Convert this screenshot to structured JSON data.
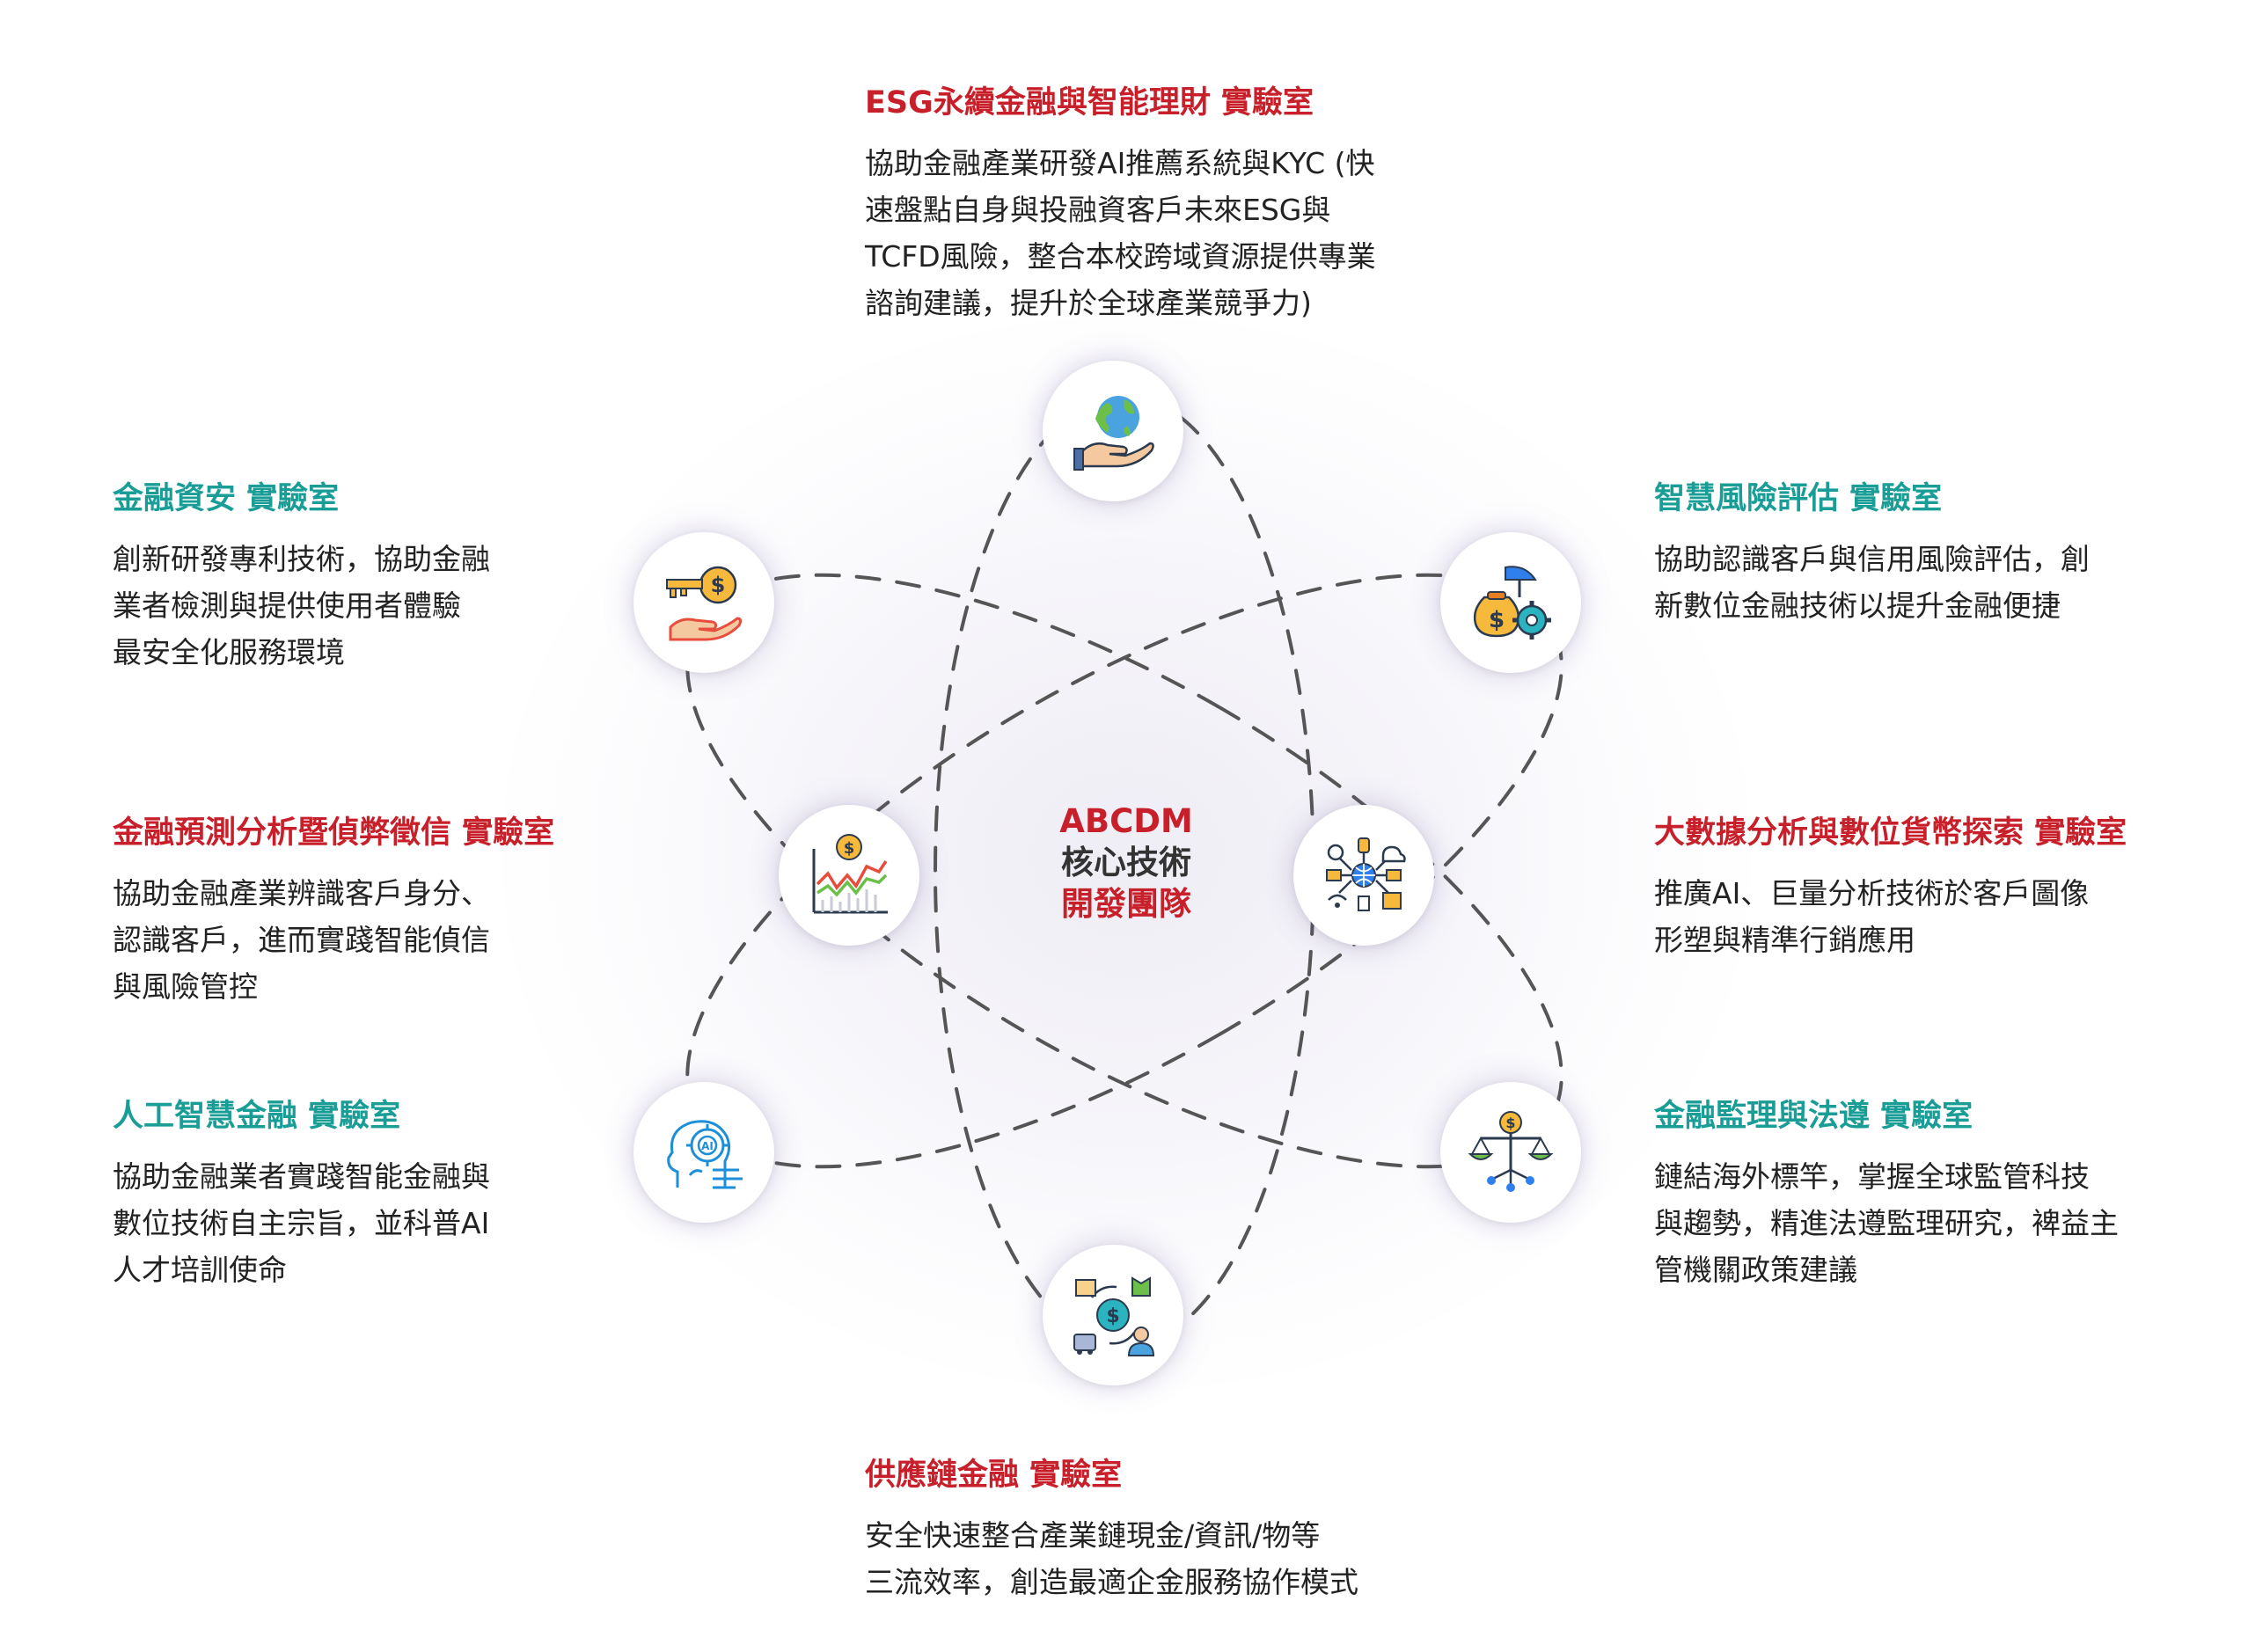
{
  "center": {
    "line1": "ABCDM",
    "line2": "核心技術",
    "line3": "開發團隊"
  },
  "colors": {
    "red": "#c8202a",
    "teal": "#1a9d96",
    "text": "#222222",
    "dash": "#555555"
  },
  "nodes": [
    {
      "id": "esg",
      "icon": "hand-globe-icon"
    },
    {
      "id": "security",
      "icon": "key-hand-icon"
    },
    {
      "id": "risk",
      "icon": "money-umbrella-gear-icon"
    },
    {
      "id": "forecast",
      "icon": "stock-chart-icon"
    },
    {
      "id": "bigdata",
      "icon": "data-network-icon"
    },
    {
      "id": "ai",
      "icon": "ai-head-icon"
    },
    {
      "id": "regulation",
      "icon": "balance-scale-icon"
    },
    {
      "id": "supply",
      "icon": "supply-chain-icon"
    }
  ],
  "labs": {
    "esg": {
      "title": "ESG永續金融與智能理財  實驗室",
      "lines": [
        "協助金融產業研發AI推薦系統與KYC (快",
        "速盤點自身與投融資客戶未來ESG與",
        "TCFD風險，整合本校跨域資源提供專業",
        "諮詢建議，提升於全球產業競爭力)"
      ]
    },
    "security": {
      "title": "金融資安  實驗室",
      "lines": [
        "創新研發專利技術，協助金融",
        "業者檢測與提供使用者體驗",
        "最安全化服務環境"
      ]
    },
    "risk": {
      "title": "智慧風險評估  實驗室",
      "lines": [
        "協助認識客戶與信用風險評估，創",
        "新數位金融技術以提升金融便捷"
      ]
    },
    "forecast": {
      "title": "金融預測分析暨偵弊徵信  實驗室",
      "lines": [
        "協助金融產業辨識客戶身分、",
        "認識客戶，進而實踐智能偵信",
        "與風險管控"
      ]
    },
    "bigdata": {
      "title": "大數據分析與數位貨幣探索  實驗室",
      "lines": [
        "推廣AI、巨量分析技術於客戶圖像",
        "形塑與精準行銷應用"
      ]
    },
    "ai": {
      "title": "人工智慧金融  實驗室",
      "lines": [
        "協助金融業者實踐智能金融與",
        "數位技術自主宗旨，並科普AI",
        "人才培訓使命"
      ]
    },
    "regulation": {
      "title": "金融監理與法遵  實驗室",
      "lines": [
        "鏈結海外標竿，掌握全球監管科技",
        "與趨勢，精進法遵監理研究，裨益主",
        "管機關政策建議"
      ]
    },
    "supply": {
      "title": "供應鏈金融  實驗室",
      "lines": [
        "安全快速整合產業鏈現金/資訊/物等",
        "三流效率，創造最適企金服務協作模式"
      ]
    }
  }
}
